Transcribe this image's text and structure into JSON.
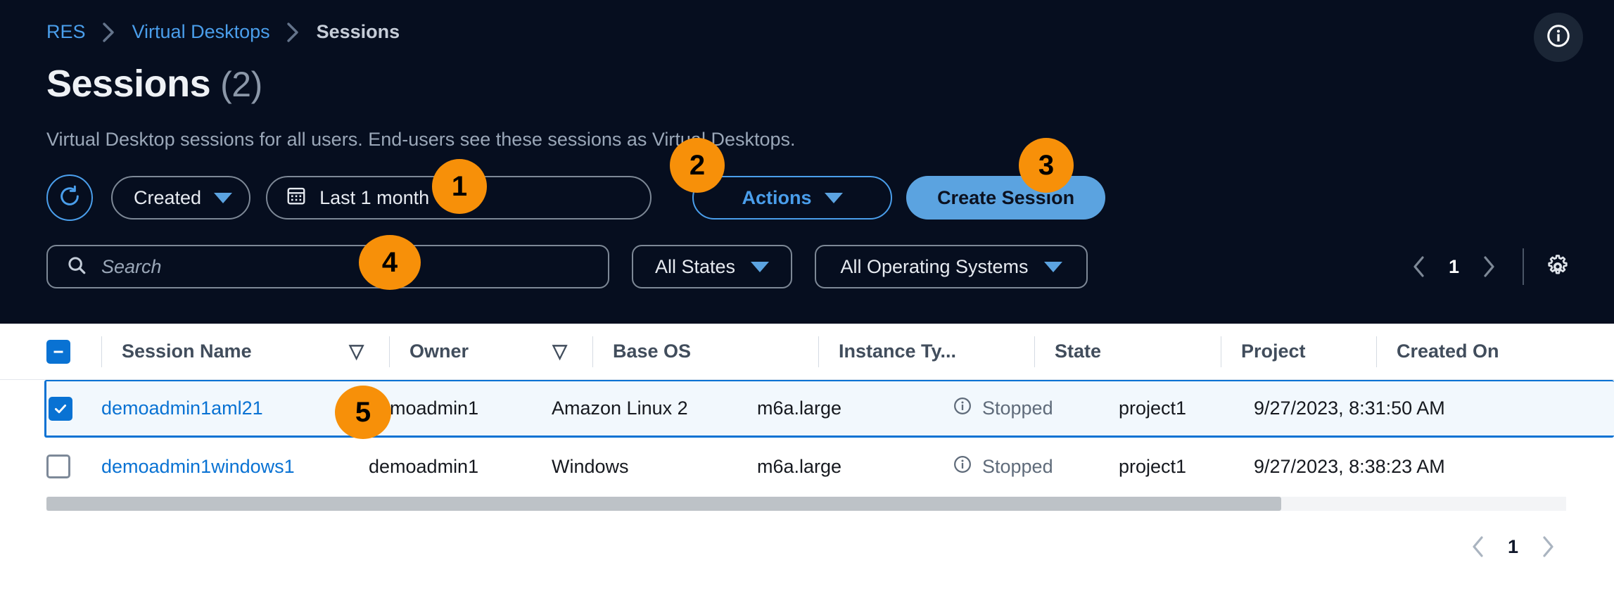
{
  "breadcrumb": {
    "items": [
      {
        "label": "RES",
        "type": "link"
      },
      {
        "label": "Virtual Desktops",
        "type": "link"
      },
      {
        "label": "Sessions",
        "type": "current"
      }
    ]
  },
  "header": {
    "title": "Sessions",
    "count": "(2)",
    "description": "Virtual Desktop sessions for all users. End-users see these sessions as Virtual Desktops.",
    "info_icon": "info-circle-icon"
  },
  "toolbar": {
    "refresh_icon": "refresh-icon",
    "created_filter": "Created",
    "date_range": "Last 1 month",
    "calendar_icon": "calendar-icon",
    "actions_label": "Actions",
    "create_session_label": "Create Session"
  },
  "filters": {
    "search_placeholder": "Search",
    "search_value": "",
    "search_icon": "search-icon",
    "states_label": "All States",
    "os_label": "All Operating Systems"
  },
  "top_pagination": {
    "prev_icon": "chevron-left-icon",
    "page": "1",
    "next_icon": "chevron-right-icon",
    "settings_icon": "gear-icon"
  },
  "bottom_pagination": {
    "prev_icon": "chevron-left-icon",
    "page": "1",
    "next_icon": "chevron-right-icon"
  },
  "table": {
    "columns": [
      {
        "label": "Session Name",
        "sortable": true
      },
      {
        "label": "Owner",
        "sortable": true
      },
      {
        "label": "Base OS",
        "sortable": false
      },
      {
        "label": "Instance Ty...",
        "sortable": false
      },
      {
        "label": "State",
        "sortable": false
      },
      {
        "label": "Project",
        "sortable": false
      },
      {
        "label": "Created On",
        "sortable": false
      }
    ],
    "select_all_state": "indeterminate",
    "sort_glyph": "▽",
    "rows": [
      {
        "selected": true,
        "session_name": "demoadmin1aml21",
        "owner": "demoadmin1",
        "base_os": "Amazon Linux 2",
        "instance_type": "m6a.large",
        "state": "Stopped",
        "state_icon": "info-circle-icon",
        "project": "project1",
        "created_on": "9/27/2023, 8:31:50 AM"
      },
      {
        "selected": false,
        "session_name": "demoadmin1windows1",
        "owner": "demoadmin1",
        "base_os": "Windows",
        "instance_type": "m6a.large",
        "state": "Stopped",
        "state_icon": "info-circle-icon",
        "project": "project1",
        "created_on": "9/27/2023, 8:38:23 AM"
      }
    ]
  },
  "callouts": [
    {
      "number": "1"
    },
    {
      "number": "2"
    },
    {
      "number": "3"
    },
    {
      "number": "4"
    },
    {
      "number": "5"
    }
  ],
  "colors": {
    "dark_bg": "#060e1f",
    "accent_blue": "#0972d3",
    "link_blue": "#4a9eeb",
    "button_blue": "#5ba3e0",
    "callout_orange": "#f79009"
  }
}
